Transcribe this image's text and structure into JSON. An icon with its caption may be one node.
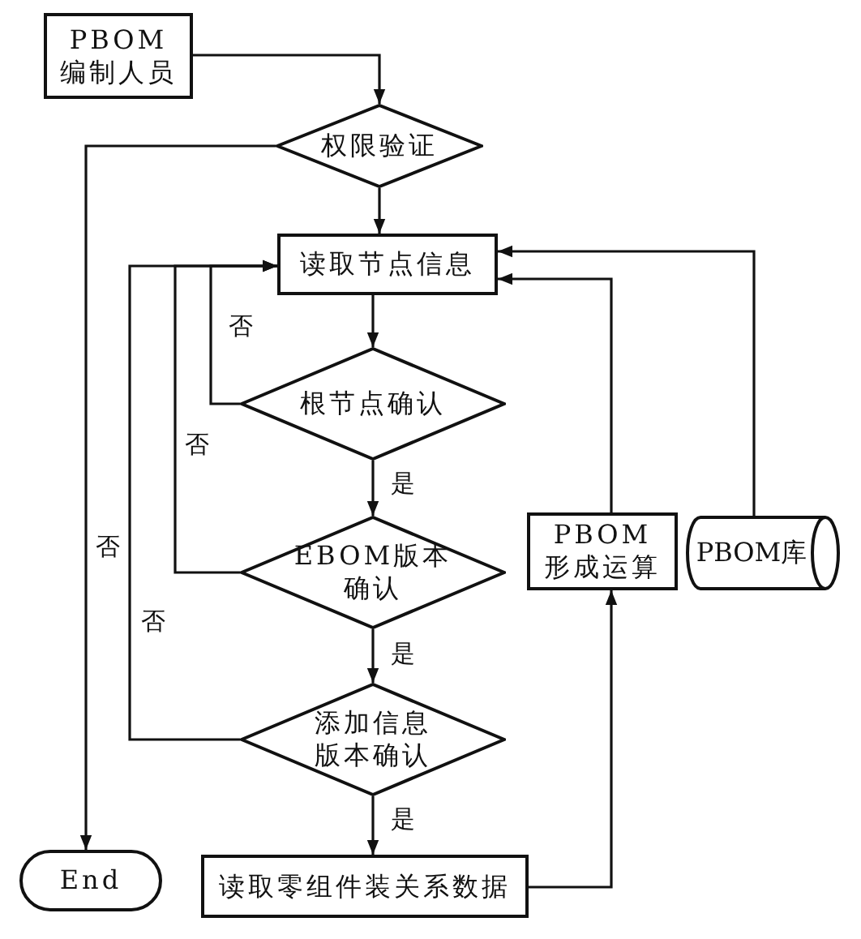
{
  "diagram": {
    "nodes": [
      {
        "text": [
          "PBOM 编制人员"
        ]
      },
      {
        "text": [
          "权限验证"
        ]
      },
      {
        "text": [
          "读取节点信息"
        ]
      },
      {
        "text": [
          "根节点确认"
        ]
      },
      {
        "text": [
          "EBOM版本确认"
        ]
      },
      {
        "text": [
          "添加信息版本确认"
        ]
      },
      {
        "text": [
          "读取零组件装关系数据"
        ]
      },
      {
        "text": [
          "End"
        ]
      },
      {
        "text": [
          "PBOM形成运算"
        ]
      },
      {
        "text": [
          "PBOM库"
        ]
      }
    ],
    "edges": [
      {
        "from": 0,
        "to": 1,
        "arrow": "to"
      },
      {
        "from": 1,
        "to": 2,
        "arrow": "to"
      },
      {
        "from": 1,
        "to": 7,
        "arrow": "to",
        "label": "否"
      },
      {
        "from": 2,
        "to": 3,
        "arrow": "to"
      },
      {
        "from": 3,
        "to": 2,
        "arrow": "to",
        "label": "否"
      },
      {
        "from": 3,
        "to": 4,
        "arrow": "to",
        "label": "是"
      },
      {
        "from": 4,
        "to": 2,
        "arrow": "to",
        "label": "否"
      },
      {
        "from": 4,
        "to": 5,
        "arrow": "to",
        "label": "是"
      },
      {
        "from": 5,
        "to": 2,
        "arrow": "to",
        "label": "否"
      },
      {
        "from": 5,
        "to": 6,
        "arrow": "to",
        "label": "是"
      },
      {
        "from": 6,
        "to": 8,
        "arrow": "to"
      },
      {
        "from": 8,
        "to": 2,
        "arrow": "to"
      },
      {
        "from": 9,
        "to": 2,
        "arrow": "to"
      }
    ]
  }
}
